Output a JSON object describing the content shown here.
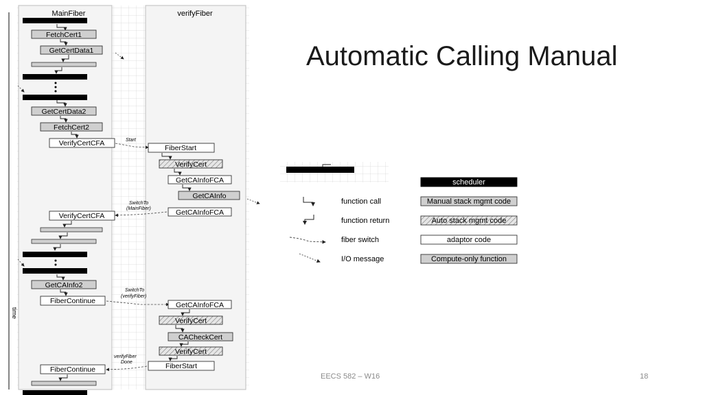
{
  "slide": {
    "title": "Automatic Calling Manual",
    "footer_course": "EECS 582 – W16",
    "page_number": "18"
  },
  "diagram": {
    "lanes": {
      "main": "MainFiber",
      "verify": "verifyFiber"
    },
    "axis_label": "time",
    "main_boxes": [
      "FetchCert1",
      "GetCertData1",
      "GetCertData2",
      "FetchCert2",
      "VerifyCertCFA",
      "VerifyCertCFA",
      "GetCAInfo2",
      "FiberContinue",
      "FiberContinue"
    ],
    "verify_boxes": [
      "FiberStart",
      "VerifyCert",
      "GetCAInfoFCA",
      "GetCAInfo",
      "GetCAInfoFCA",
      "GetCAInfoFCA",
      "VerifyCert",
      "CACheckCert",
      "VerifyCert",
      "FiberStart"
    ],
    "switch_labels": [
      "Start",
      "SwitchTo",
      "(MainFiber)",
      "SwitchTo",
      "(verifyFiber)",
      "verifyFiber",
      "Done"
    ]
  },
  "legend": {
    "arrows": [
      "function call",
      "function return",
      "fiber switch",
      "I/O message"
    ],
    "boxes": [
      "scheduler",
      "Manual stack mgmt code",
      "Auto stack mgmt code",
      "adaptor code",
      "Compute-only function"
    ]
  }
}
